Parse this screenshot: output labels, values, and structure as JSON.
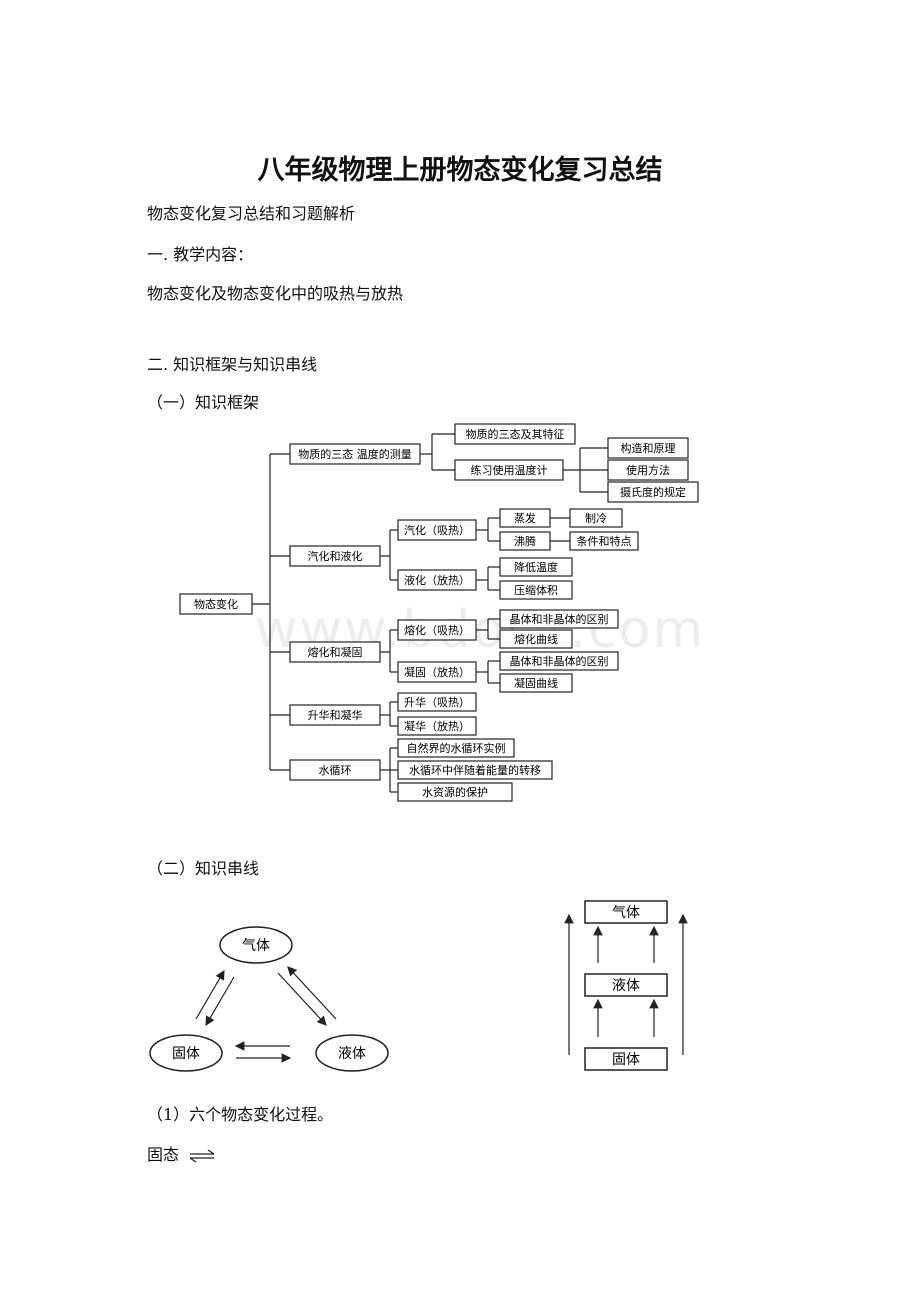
{
  "title": "八年级物理上册物态变化复习总结",
  "paragraphs": {
    "p1": "物态变化复习总结和习题解析",
    "p2": "一. 教学内容：",
    "p3": "物态变化及物态变化中的吸热与放热",
    "p4": "二. 知识框架与知识串线",
    "p5": "（一）知识框架",
    "p6": "（二）知识串线",
    "p7": "（1）六个物态变化过程。",
    "p8": "固态"
  },
  "watermark": "www.bdocx.com",
  "tree": {
    "root": "物态变化",
    "b1": "物质的三态 温度的测量",
    "b1_c1": "物质的三态及其特征",
    "b1_c2": "练习使用温度计",
    "b1_c2_g1": "构造和原理",
    "b1_c2_g2": "使用方法",
    "b1_c2_g3": "摄氏度的规定",
    "b2": "汽化和液化",
    "b2_c1": "汽化（吸热）",
    "b2_c1_g1": "蒸发",
    "b2_c1_g1_h": "制冷",
    "b2_c1_g2": "沸腾",
    "b2_c1_g2_h": "条件和特点",
    "b2_c2": "液化（放热）",
    "b2_c2_g1": "降低温度",
    "b2_c2_g2": "压缩体积",
    "b3": "熔化和凝固",
    "b3_c1": "熔化（吸热）",
    "b3_c1_g1": "晶体和非晶体的区别",
    "b3_c1_g2": "熔化曲线",
    "b3_c2": "凝固（放热）",
    "b3_c2_g1": "晶体和非晶体的区别",
    "b3_c2_g2": "凝固曲线",
    "b4": "升华和凝华",
    "b4_c1": "升华（吸热）",
    "b4_c2": "凝华（放热）",
    "b5": "水循环",
    "b5_c1": "自然界的水循环实例",
    "b5_c2": "水循环中伴随着能量的转移",
    "b5_c3": "水资源的保护"
  },
  "triangle": {
    "gas": "气体",
    "solid": "固体",
    "liquid": "液体"
  },
  "ladder": {
    "gas": "气体",
    "liquid": "液体",
    "solid": "固体"
  }
}
